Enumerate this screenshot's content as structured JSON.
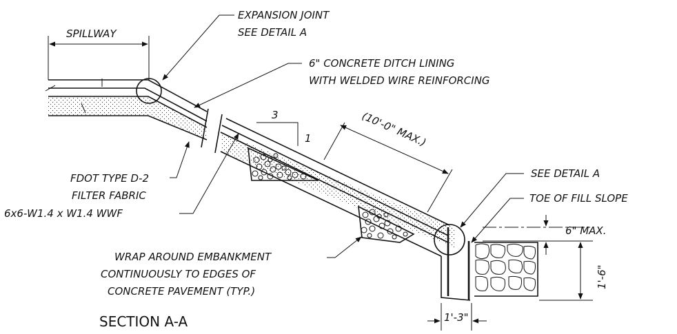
{
  "labels": {
    "spillway": "SPILLWAY",
    "expansion_joint_1": "EXPANSION JOINT",
    "expansion_joint_2": "SEE DETAIL A",
    "lining_1": "6\" CONCRETE DITCH LINING",
    "lining_2": "WITH WELDED WIRE REINFORCING",
    "slope_run": "3",
    "slope_rise": "1",
    "max_length": "(10'-0\" MAX.)",
    "filter_1": "FDOT TYPE D-2",
    "filter_2": "FILTER FABRIC",
    "wwf": "6x6-W1.4 x W1.4 WWF",
    "see_detail": "SEE DETAIL A",
    "toe": "TOE OF FILL SLOPE",
    "six_max": "6\" MAX.",
    "wrap_1": "WRAP AROUND EMBANKMENT",
    "wrap_2": "CONTINUOUSLY TO EDGES OF",
    "wrap_3": "CONCRETE PAVEMENT (TYP.)",
    "depth": "1'-6\"",
    "width": "1'-3\"",
    "section_title": "SECTION A-A"
  }
}
